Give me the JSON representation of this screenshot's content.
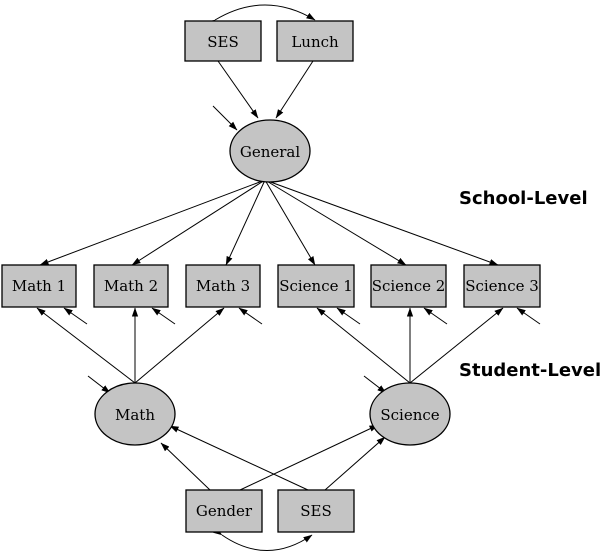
{
  "school_nodes": {
    "ses": "SES",
    "lunch": "Lunch",
    "general": "General"
  },
  "indicators": {
    "math1": "Math 1",
    "math2": "Math 2",
    "math3": "Math 3",
    "science1": "Science 1",
    "science2": "Science 2",
    "science3": "Science 3"
  },
  "student_nodes": {
    "math": "Math",
    "science": "Science",
    "gender": "Gender",
    "ses": "SES"
  },
  "levels": {
    "school": "School-Level",
    "student": "Student-Level"
  }
}
